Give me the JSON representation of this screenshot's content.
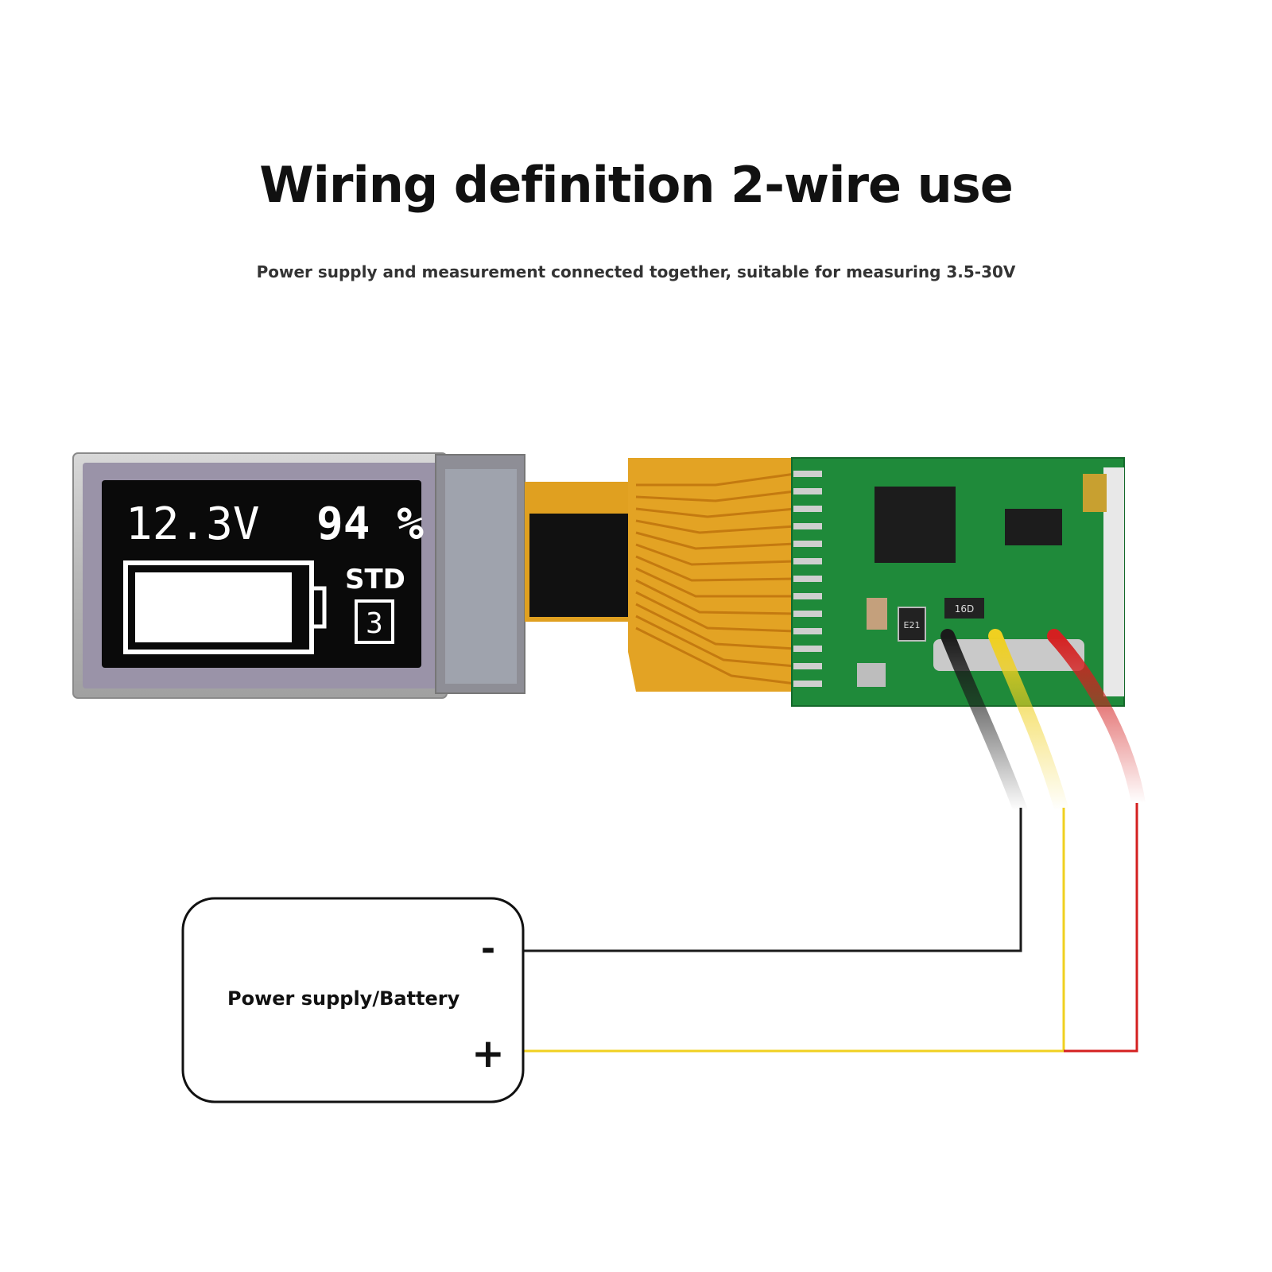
{
  "header": {
    "title": "Wiring definition 2-wire use",
    "subtitle": "Power supply and measurement connected together, suitable for measuring 3.5-30V"
  },
  "display": {
    "voltage": "12.3V",
    "percent": "94 %",
    "mode": "STD",
    "mode_level": "3",
    "battery_level_percent": 94
  },
  "pcb": {
    "inductor_marking": "E21",
    "resistor_marking": "16D"
  },
  "power_box": {
    "label": "Power supply/Battery",
    "minus_symbol": "-",
    "plus_symbol": "+"
  },
  "wires": {
    "black_color": "#1a1a1a",
    "yellow_color": "#f0d020",
    "red_color": "#d42020"
  },
  "colors": {
    "pcb_green": "#1f8a3a",
    "flex_orange": "#e0a020",
    "screen_black": "#0a0a0a"
  }
}
